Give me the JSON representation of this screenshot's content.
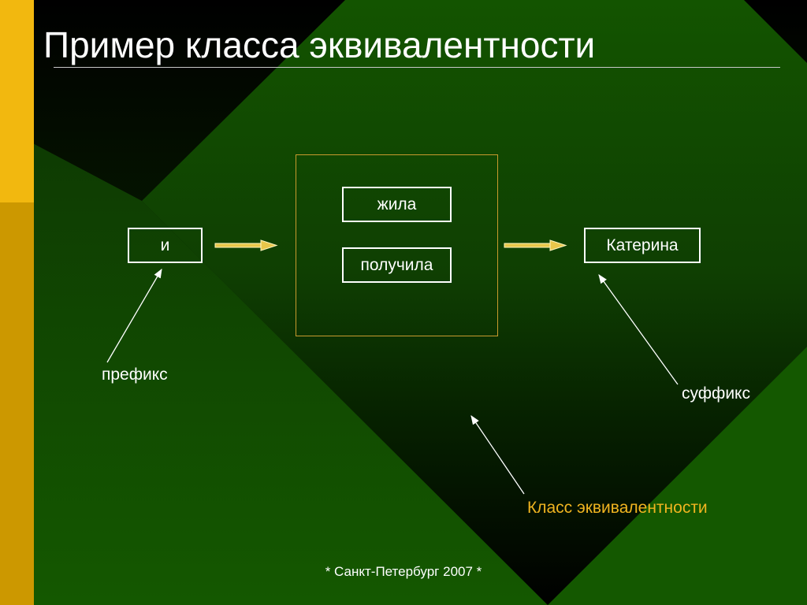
{
  "slide": {
    "title": "Пример класса эквивалентности",
    "footer": "* Санкт-Петербург 2007 *"
  },
  "diagram": {
    "prefix_box": "и",
    "class_items": [
      "жила",
      "получила"
    ],
    "suffix_box": "Катерина",
    "labels": {
      "prefix": "префикс",
      "suffix": "суффикс",
      "equivalence_class": "Класс эквивалентности"
    }
  },
  "colors": {
    "accent_yellow": "#f2b80f",
    "accent_dark_yellow": "#cc9800",
    "frame_gold": "#c89a2e",
    "class_label": "#f0b420",
    "background_green": "#135400",
    "background_dark": "#0a2a00"
  }
}
